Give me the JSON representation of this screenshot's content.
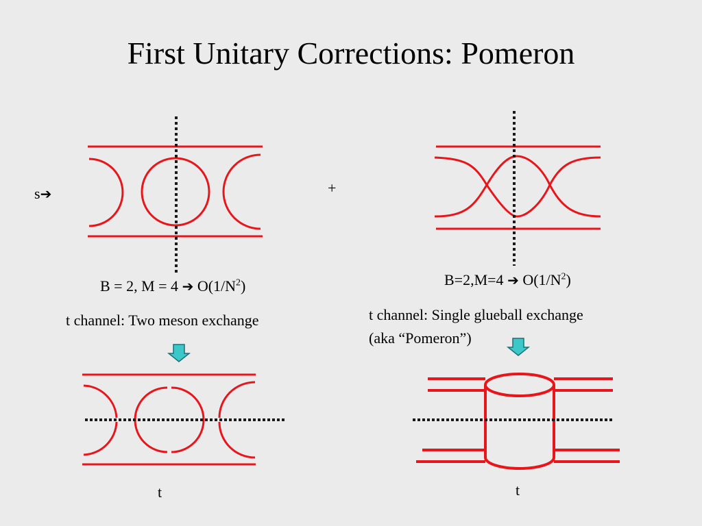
{
  "slide": {
    "title": "First Unitary Corrections: Pomeron",
    "s_label": "s",
    "plus_sign": "+",
    "left": {
      "counting_prefix": "B = 2, M = 4 ",
      "counting_suffix": " O(1/N",
      "counting_exponent": "2",
      "counting_close": ")",
      "channel_text": "t channel: Two meson exchange",
      "t_label": "t"
    },
    "right": {
      "counting_prefix": "B=2,M=4 ",
      "counting_suffix": " O(1/N",
      "counting_exponent": "2",
      "counting_close": ")",
      "channel_line1": "t channel: Single glueball exchange",
      "channel_line2": "(aka “Pomeron”)",
      "t_label": "t"
    }
  },
  "colors": {
    "background": "#ebebeb",
    "line": "#e8161b",
    "dotted": "#1a1a1a",
    "arrow_fill": "#3cc8c8",
    "arrow_stroke": "#1e6e78"
  },
  "icons": {
    "implies_arrow": "➔"
  }
}
